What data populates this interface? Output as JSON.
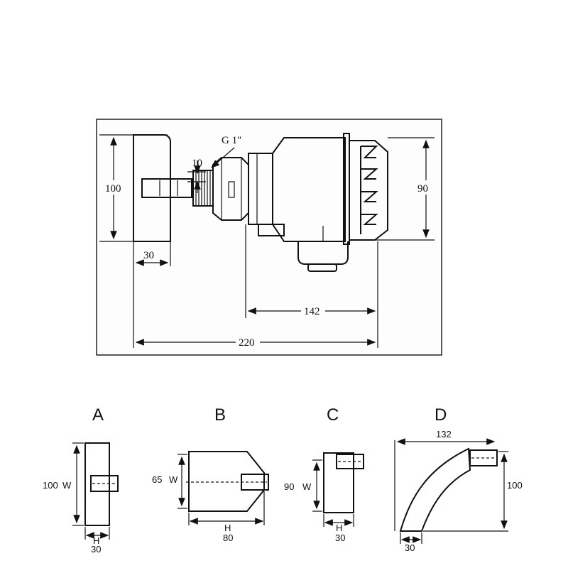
{
  "main_drawing": {
    "thread_label": "G 1″",
    "dim_height_left": "100",
    "dim_thread_len": "10",
    "dim_height_right": "90",
    "dim_paddle_width": "30",
    "dim_body_len": "142",
    "dim_total_len": "220"
  },
  "paddles": [
    {
      "letter": "A",
      "height": "100",
      "height_sym": "W",
      "width_sym": "H",
      "width": "30"
    },
    {
      "letter": "B",
      "height": "65",
      "height_sym": "W",
      "width_sym": "H",
      "width": "80"
    },
    {
      "letter": "C",
      "height": "90",
      "height_sym": "W",
      "width_sym": "H",
      "width": "30"
    },
    {
      "letter": "D",
      "top": "132",
      "height": "100",
      "width": "30"
    }
  ]
}
